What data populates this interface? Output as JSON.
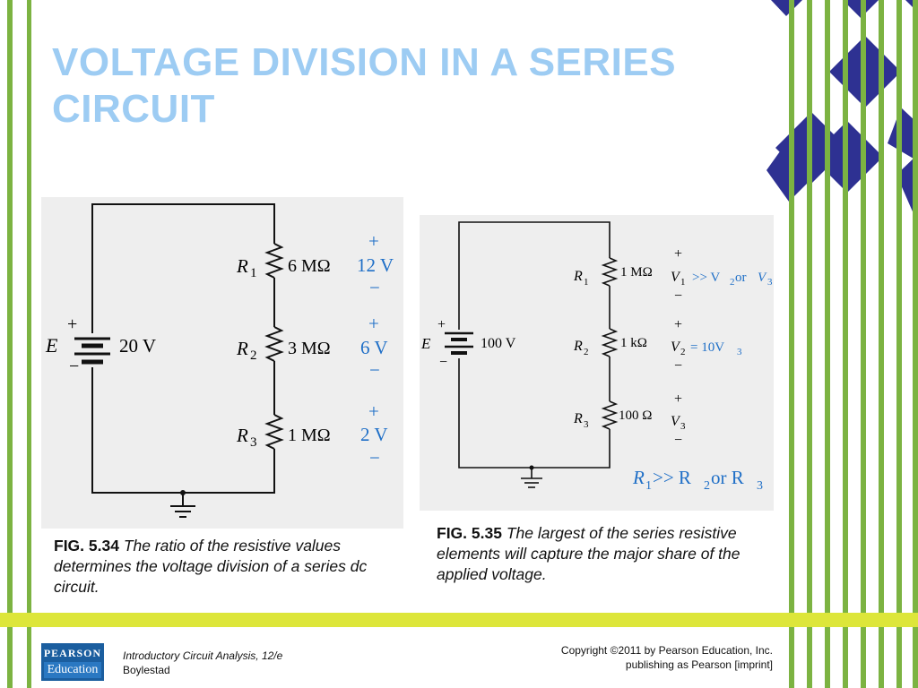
{
  "slide": {
    "title": "VOLTAGE DIVISION IN A SERIES CIRCUIT",
    "colors": {
      "title": "#9dccf3",
      "stripe_green": "#7cb342",
      "stripe_yellow": "#dde63a",
      "diamond": "#2e3192",
      "label_blue": "#1f6fc7"
    }
  },
  "fig34": {
    "caption_num": "FIG. 5.34",
    "caption_text": "The ratio of the resistive values determines the voltage division of a series dc circuit.",
    "source": {
      "symbol": "E",
      "value": "20 V",
      "plus": "+",
      "minus": "−"
    },
    "resistors": [
      {
        "name": "R",
        "sub": "1",
        "value": "6 MΩ",
        "voltage": "12 V",
        "plus": "+",
        "minus": "−"
      },
      {
        "name": "R",
        "sub": "2",
        "value": "3 MΩ",
        "voltage": "6 V",
        "plus": "+",
        "minus": "−"
      },
      {
        "name": "R",
        "sub": "3",
        "value": "1 MΩ",
        "voltage": "2 V",
        "plus": "+",
        "minus": "−"
      }
    ]
  },
  "fig35": {
    "caption_num": "FIG. 5.35",
    "caption_text": "The largest of the series resistive elements will capture the major share of the applied voltage.",
    "source": {
      "symbol": "E",
      "value": "100 V",
      "plus": "+",
      "minus": "−"
    },
    "resistors": [
      {
        "name": "R",
        "sub": "1",
        "value": "1 MΩ",
        "v": "V",
        "vsub": "1",
        "relation": ">> V",
        "rsub": "2",
        "or": " or ",
        "v3": "V",
        "v3sub": "3",
        "plus": "+",
        "minus": "−"
      },
      {
        "name": "R",
        "sub": "2",
        "value": "1 kΩ",
        "v": "V",
        "vsub": "2",
        "relation": " = 10V",
        "rsub": "3",
        "plus": "+",
        "minus": "−"
      },
      {
        "name": "R",
        "sub": "3",
        "value": "100 Ω",
        "v": "V",
        "vsub": "3",
        "plus": "+",
        "minus": "−"
      }
    ],
    "rule": {
      "a": "R",
      "asub": "1",
      "op": " >> R",
      "bsub": "2",
      "or": " or R",
      "csub": "3"
    }
  },
  "footer": {
    "logo_top": "PEARSON",
    "logo_bottom": "Education",
    "book_title": "Introductory Circuit Analysis, 12/e",
    "author": "Boylestad",
    "copyright": "Copyright ©2011 by Pearson Education, Inc.",
    "imprint": "publishing as Pearson [imprint]"
  }
}
